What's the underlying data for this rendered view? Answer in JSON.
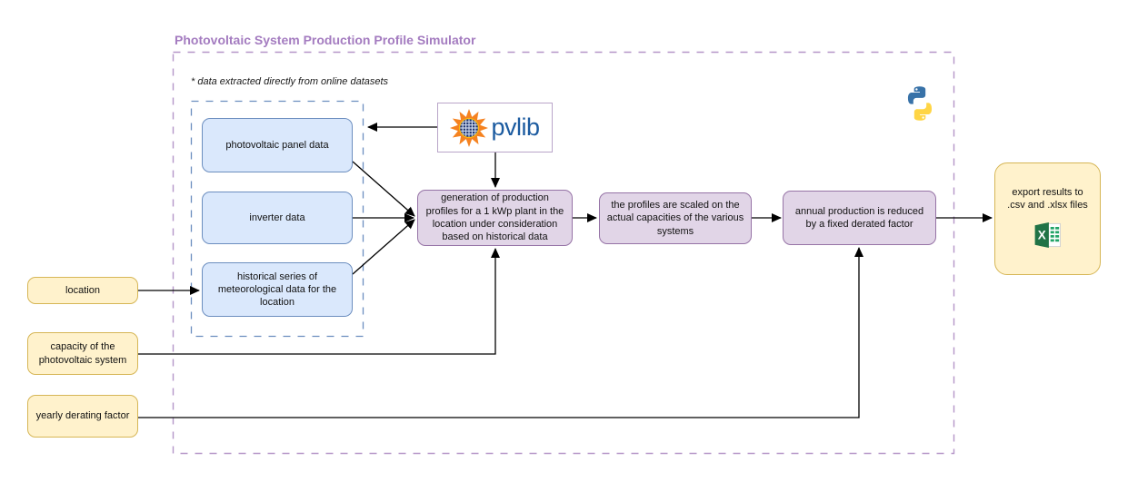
{
  "diagram": {
    "title": "Photovoltaic System Production Profile Simulator",
    "note": "* data extracted directly from online datasets",
    "pvlib": {
      "label": "pvlib"
    },
    "datasets": [
      {
        "label": "photovoltaic panel data"
      },
      {
        "label": "inverter data"
      },
      {
        "label": "historical series of meteorological data for the location"
      }
    ],
    "inputs": [
      {
        "label": "location"
      },
      {
        "label": "capacity of the photovoltaic system"
      },
      {
        "label": "yearly derating factor"
      }
    ],
    "steps": [
      {
        "label": "generation of production profiles for a 1 kWp plant in the location under consideration based on historical data"
      },
      {
        "label": "the profiles are scaled on the actual capacities of the various systems"
      },
      {
        "label": "annual production is reduced by a fixed derated factor"
      }
    ],
    "output": {
      "label": "export results to .csv and .xlsx files"
    },
    "icons": {
      "pvlib_sun": "sun-solar-panel-icon",
      "python": "python-logo-icon",
      "excel": "excel-icon"
    },
    "colors": {
      "title_text": "#a47cc0",
      "container_dash": "#b596c8",
      "dataset_fill": "#dae8fc",
      "dataset_border": "#6c8ebf",
      "step_fill": "#e1d5e7",
      "step_border": "#9673a6",
      "io_fill": "#fff2cc",
      "io_border": "#d6b656",
      "pvlib_text": "#1c5ba0",
      "arrow": "#000000",
      "excel_green": "#217346",
      "python_blue": "#3872a8",
      "python_yellow": "#ffd545"
    }
  }
}
